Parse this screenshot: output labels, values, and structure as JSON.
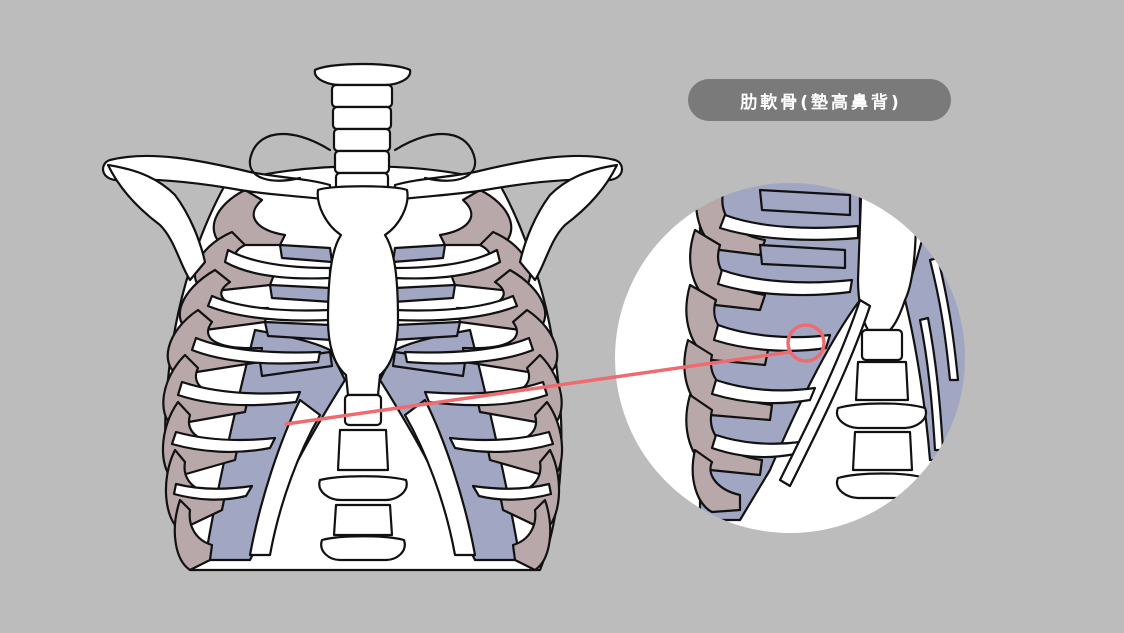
{
  "label": {
    "text": "肋軟骨(墊高鼻背)"
  },
  "colors": {
    "background": "#bcbcbc",
    "bone": "#ffffff",
    "outline": "#111111",
    "rib_shaded": "#b9a8a9",
    "cartilage": "#a1a6c3",
    "pointer": "#ee6b6f",
    "label_pill": "#7a7a7a"
  },
  "icons": {
    "main": "rib-cage-illustration",
    "zoom": "magnified-costal-cartilage-inset",
    "callout": "pointer-line"
  }
}
